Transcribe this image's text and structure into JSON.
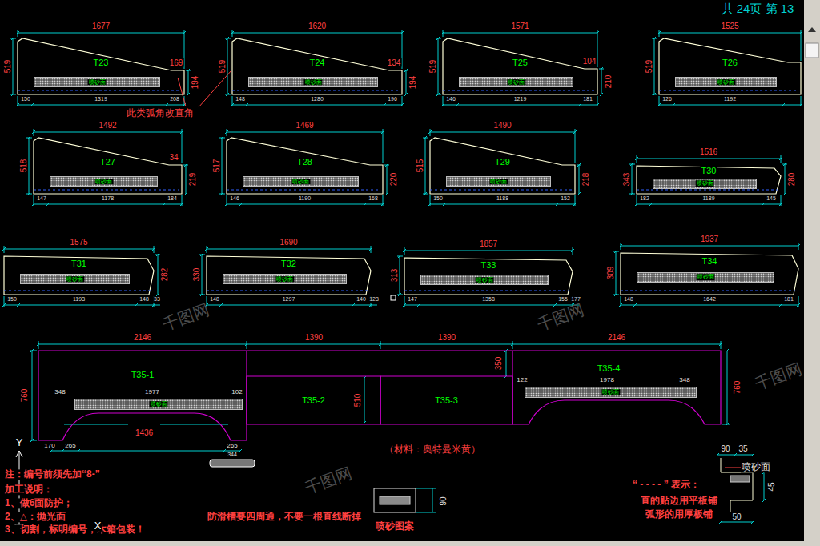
{
  "diagram": {
    "nodes": [
      {
        "text": [
          "T23"
        ]
      },
      {
        "text": [
          "喷砂面"
        ],
        "in": 0
      },
      {
        "text": [
          "T24"
        ]
      },
      {
        "text": [
          "喷砂面"
        ],
        "in": 2
      },
      {
        "text": [
          "T25"
        ]
      },
      {
        "text": [
          "喷砂面"
        ],
        "in": 4
      },
      {
        "text": [
          "T26"
        ]
      },
      {
        "text": [
          "喷砂面"
        ],
        "in": 6
      },
      {
        "text": [
          "T27"
        ]
      },
      {
        "text": [
          "喷砂面"
        ],
        "in": 8
      },
      {
        "text": [
          "T28"
        ]
      },
      {
        "text": [
          "喷砂面"
        ],
        "in": 10
      },
      {
        "text": [
          "T29"
        ]
      },
      {
        "text": [
          "喷砂面"
        ],
        "in": 12
      },
      {
        "text": [
          "T30"
        ]
      },
      {
        "text": [
          "喷砂面"
        ],
        "in": 14
      },
      {
        "text": [
          "T31"
        ]
      },
      {
        "text": [
          "喷砂面"
        ],
        "in": 16
      },
      {
        "text": [
          "T32"
        ]
      },
      {
        "text": [
          "喷砂面"
        ],
        "in": 18
      },
      {
        "text": [
          "T33"
        ]
      },
      {
        "text": [
          "喷砂面"
        ],
        "in": 20
      },
      {
        "text": [
          "T34"
        ]
      },
      {
        "text": [
          "喷砂面"
        ],
        "in": 22
      },
      {
        "text": [
          "T35-1"
        ]
      },
      {
        "text": [
          "喷砂面"
        ],
        "in": 24
      },
      {
        "text": [
          "T35-2"
        ]
      },
      {
        "text": [
          "T35-3"
        ]
      },
      {
        "text": [
          "T35-4"
        ]
      },
      {
        "text": [
          "喷砂面"
        ],
        "in": 28
      }
    ],
    "labels": [
      "共 24页 第 13",
      "1677",
      "519",
      "169",
      "194",
      "150",
      "1319",
      "208",
      "1620",
      "519",
      "134",
      "194",
      "148",
      "1280",
      "196",
      "1571",
      "519",
      "104",
      "210",
      "146",
      "1219",
      "181",
      "1525",
      "519",
      "126",
      "1192",
      "1492",
      "518",
      "34",
      "219",
      "147",
      "1178",
      "184",
      "1469",
      "517",
      "220",
      "146",
      "1190",
      "168",
      "1490",
      "515",
      "218",
      "150",
      "1188",
      "152",
      "1516",
      "343",
      "280",
      "182",
      "1189",
      "145",
      "1575",
      "282",
      "150",
      "1193",
      "148",
      "33",
      "1690",
      "330",
      "148",
      "1297",
      "140",
      "123",
      "1857",
      "313",
      "147",
      "1358",
      "155",
      "177",
      "1937",
      "309",
      "148",
      "1642",
      "181",
      "2146",
      "1390",
      "1390",
      "2146",
      "760",
      "348",
      "1977",
      "102",
      "350",
      "510",
      "760",
      "122",
      "1978",
      "348",
      "170",
      "265",
      "1436",
      "265",
      "此类弧角改直角",
      "（材料：奥特曼米黄）",
      "344",
      "注：编号前须先加“8-”",
      "加工说明：",
      "1、做6面防护；",
      "2、△：抛光面",
      "3、切割，标明编号，木箱包装！",
      "防滑槽要四周通，不要一根直线断掉",
      "90",
      "喷砂图案",
      "“ - - - - ” 表示：",
      "直的贴边用平板铺",
      "弧形的用厚板铺",
      "90",
      "35",
      "喷砂面",
      "45",
      "50",
      "Y",
      "X",
      "千图网",
      "千图网",
      "千图网",
      "千图网"
    ]
  }
}
